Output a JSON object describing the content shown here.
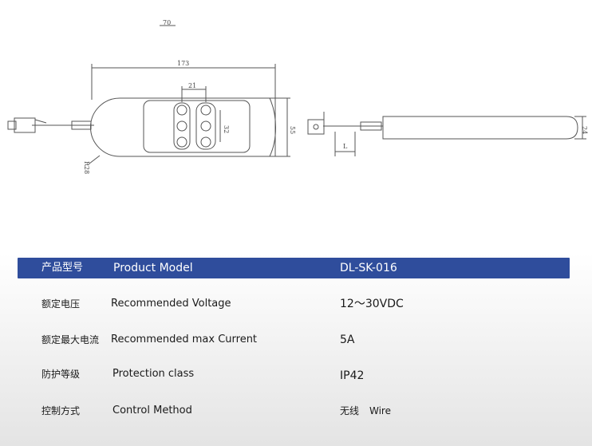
{
  "drawing": {
    "dims": {
      "top_cut": "70",
      "length": "173",
      "button_pitch": "21",
      "button_height": "32",
      "body_height": "55",
      "radius": "R28",
      "side_height": "24",
      "cable": "L"
    }
  },
  "spec_table": {
    "header": {
      "zh": "产品型号",
      "en": "Product Model",
      "value": "DL-SK-016"
    },
    "rows": [
      {
        "zh": "额定电压",
        "en": "Recommended  Voltage",
        "value": "12～30VDC"
      },
      {
        "zh": "额定最大电流",
        "en": "Recommended  max  Current",
        "value": "5A"
      },
      {
        "zh": "防护等级",
        "en": "Protection class",
        "value": "IP42"
      },
      {
        "zh": "控制方式",
        "en": "Control  Method",
        "value": "无线",
        "value_extra": "Wire"
      }
    ]
  },
  "colors": {
    "header_bg": "#2f4d9c",
    "line": "#555555"
  }
}
